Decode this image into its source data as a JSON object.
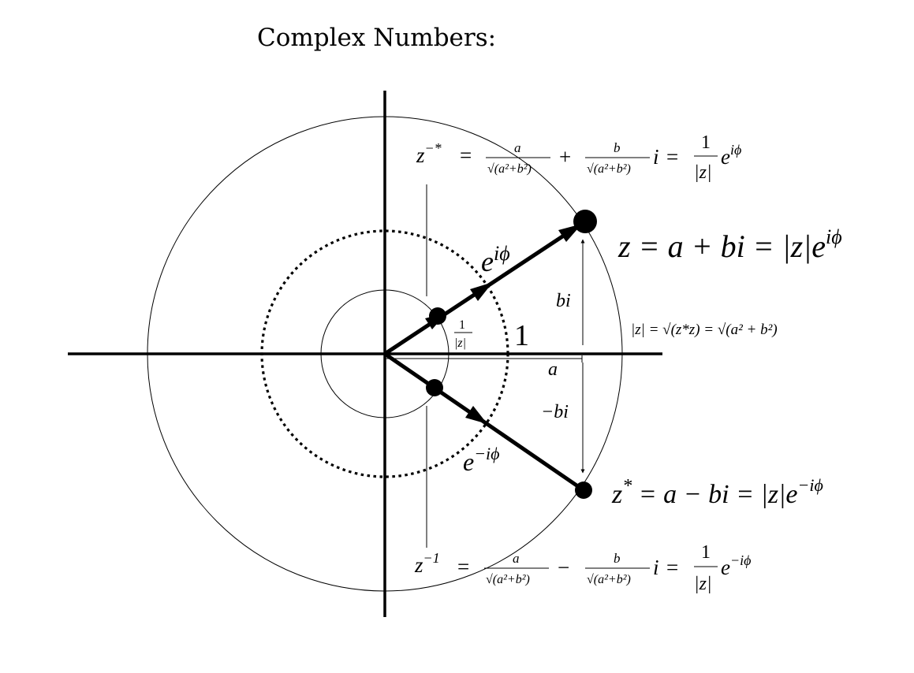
{
  "title": "Complex Numbers:",
  "labels": {
    "z_main": {
      "lhs": "z",
      "eq1": " = a + bi = |z|e",
      "sup": "iϕ"
    },
    "z_conj": {
      "lhs": "z",
      "star": "*",
      "eq1": " = a − bi = |z|e",
      "sup": "−iϕ"
    },
    "e_iphi": {
      "base": "e",
      "sup": "iϕ"
    },
    "e_neg_iphi": {
      "base": "e",
      "sup": "−iϕ"
    },
    "one": "1",
    "inv_frac": {
      "num": "1",
      "den": "|z|"
    },
    "a": "a",
    "bi": "bi",
    "neg_bi": "−bi",
    "modulus": "|z| = √(z*z) = √(a² + b²)"
  },
  "formula_top": {
    "lhs": "z",
    "lhs_sup": "−*",
    "eq": "=",
    "f1_num": "a",
    "f1_den": "√(a²+b²)",
    "op": "+",
    "f2_num": "b",
    "f2_den": "√(a²+b²)",
    "i": "i",
    "eq2": "=",
    "f3_num": "1",
    "f3_den": "|z|",
    "exp_base": "e",
    "exp_sup": "iϕ"
  },
  "formula_bottom": {
    "lhs": "z",
    "lhs_sup": "−1",
    "eq": "=",
    "f1_num": "a",
    "f1_den": "√(a²+b²)",
    "op": "−",
    "f2_num": "b",
    "f2_den": "√(a²+b²)",
    "i": "i",
    "eq2": "=",
    "f3_num": "1",
    "f3_den": "|z|",
    "exp_base": "e",
    "exp_sup": "−iϕ"
  }
}
